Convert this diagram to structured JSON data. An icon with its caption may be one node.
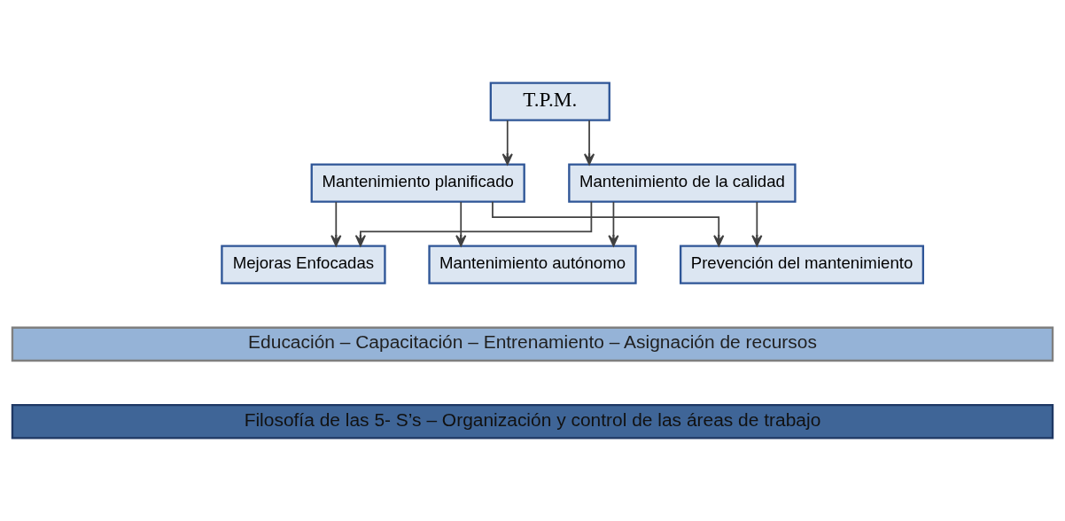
{
  "diagram": {
    "nodes": [
      {
        "text": [
          "T.P.M."
        ]
      },
      {
        "text": [
          "Mantenimiento planificado"
        ]
      },
      {
        "text": [
          "Mantenimiento de la calidad"
        ]
      },
      {
        "text": [
          "Mejoras Enfocadas"
        ]
      },
      {
        "text": [
          "Mantenimiento autónomo"
        ]
      },
      {
        "text": [
          "Prevención del mantenimiento"
        ]
      },
      {
        "text": [
          "Educación – Capacitación – Entrenamiento – Asignación de recursos"
        ]
      },
      {
        "text": [
          "Filosofía de las 5- S’s – Organización y control de las áreas de trabajo"
        ]
      }
    ],
    "edges": [
      {
        "from": 0,
        "to": 1,
        "arrow": "to"
      },
      {
        "from": 0,
        "to": 2,
        "arrow": "to"
      },
      {
        "from": 1,
        "to": 3,
        "arrow": "to"
      },
      {
        "from": 1,
        "to": 4,
        "arrow": "to"
      },
      {
        "from": 1,
        "to": 5,
        "arrow": "to"
      },
      {
        "from": 2,
        "to": 3,
        "arrow": "to"
      },
      {
        "from": 2,
        "to": 4,
        "arrow": "to"
      },
      {
        "from": 2,
        "to": 5,
        "arrow": "to"
      }
    ]
  }
}
